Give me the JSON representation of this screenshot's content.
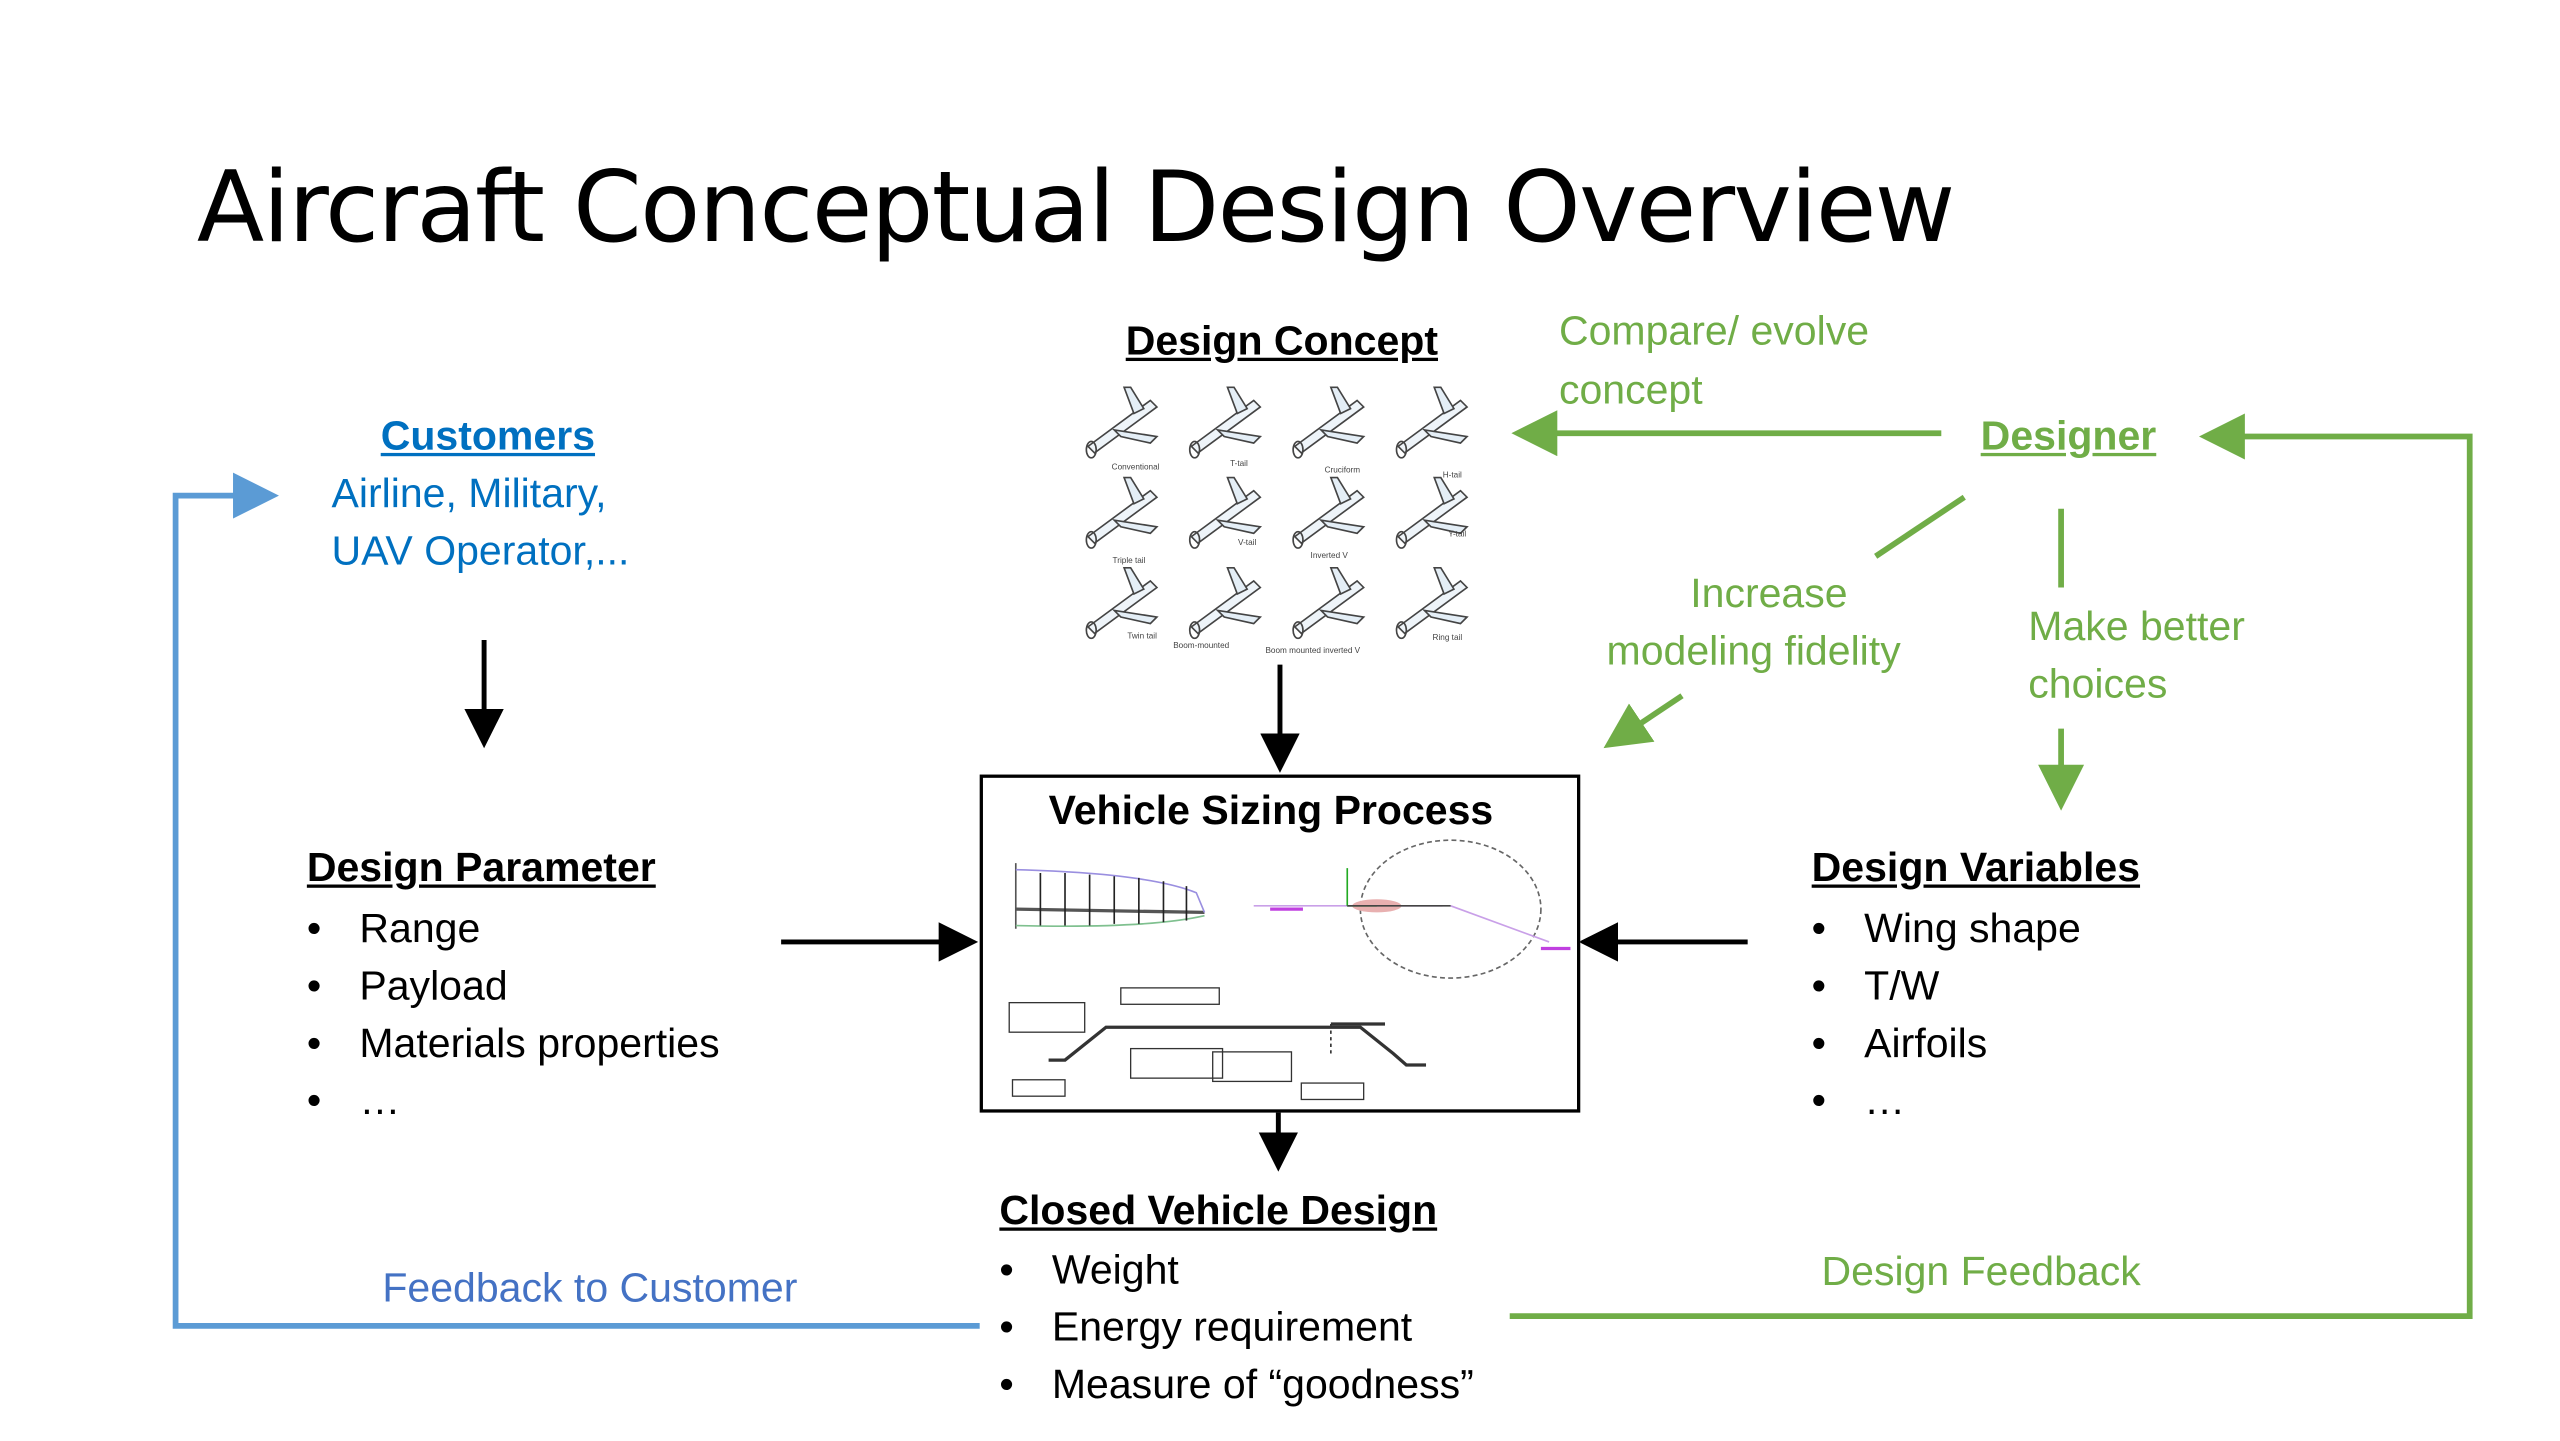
{
  "title": "Aircraft Conceptual Design Overview",
  "design_concept": {
    "heading": "Design Concept",
    "tail_types": [
      "Conventional",
      "T-tail",
      "Cruciform",
      "H-tail",
      "Triple tail",
      "V-tail",
      "Inverted V",
      "Y-tail",
      "Twin tail",
      "Boom-mounted",
      "Boom mounted inverted V",
      "Ring tail"
    ]
  },
  "customers": {
    "heading": "Customers",
    "lines": [
      "Airline, Military,",
      "UAV Operator,..."
    ]
  },
  "designer": {
    "heading": "Designer"
  },
  "annotations": {
    "compare": [
      "Compare/ evolve",
      "concept"
    ],
    "fidelity": [
      "Increase",
      "modeling fidelity"
    ],
    "choices": [
      "Make better",
      "choices"
    ],
    "feedback_customer": "Feedback to Customer",
    "design_feedback": "Design Feedback"
  },
  "design_parameter": {
    "heading": "Design Parameter",
    "items": [
      "Range",
      "Payload",
      "Materials properties",
      "…"
    ]
  },
  "design_variables": {
    "heading": "Design Variables",
    "items": [
      "Wing shape",
      "T/W",
      "Airfoils",
      "…"
    ]
  },
  "sizing": {
    "heading": "Vehicle Sizing Process"
  },
  "closed_design": {
    "heading": "Closed Vehicle Design",
    "items": [
      "Weight",
      "Energy requirement",
      "Measure of “goodness”"
    ]
  },
  "bullet": "•",
  "colors": {
    "green": "#70AD47",
    "blue": "#0070C0",
    "feedback_blue": "#5B9BD5",
    "text": "#000000"
  }
}
